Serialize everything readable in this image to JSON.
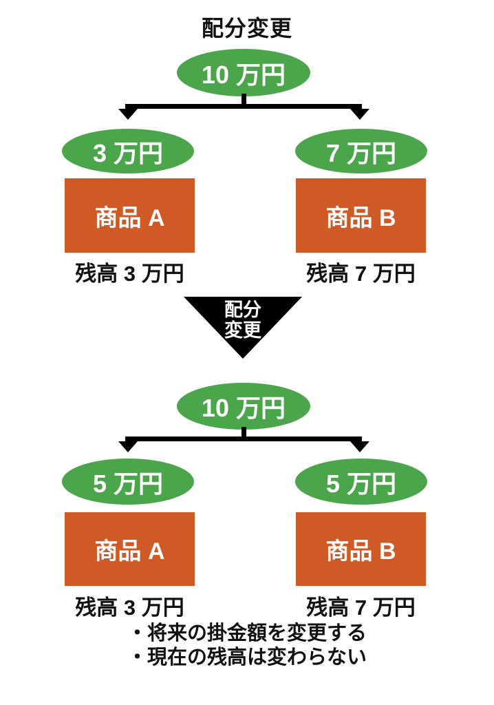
{
  "title": "配分変更",
  "colors": {
    "ellipse_green": "#4BA64B",
    "box_orange": "#CF5A26",
    "connector_black": "#000000",
    "text_white": "#FFFFFF",
    "text_black": "#111111"
  },
  "before": {
    "total": "10 万円",
    "left": {
      "allocation": "3 万円",
      "product": "商品 A",
      "balance": "残高 3 万円"
    },
    "right": {
      "allocation": "7 万円",
      "product": "商品 B",
      "balance": "残高 7 万円"
    }
  },
  "transition": {
    "line1": "配分",
    "line2": "変更"
  },
  "after": {
    "total": "10 万円",
    "left": {
      "allocation": "5 万円",
      "product": "商品 A",
      "balance": "残高 3 万円"
    },
    "right": {
      "allocation": "5 万円",
      "product": "商品 B",
      "balance": "残高 7 万円"
    }
  },
  "notes": [
    "・将来の掛金額を変更する",
    "・現在の残高は変わらない"
  ]
}
